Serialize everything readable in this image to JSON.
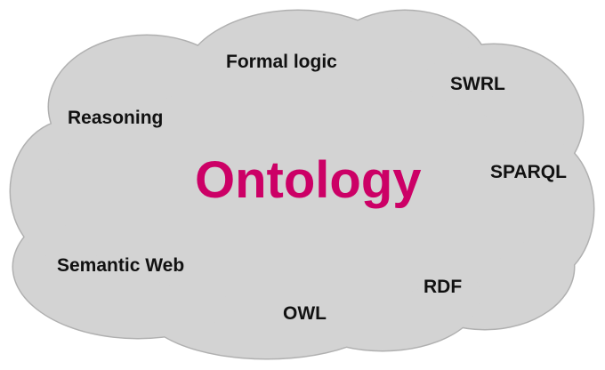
{
  "diagram": {
    "center_term": "Ontology",
    "related_terms": [
      "Formal logic",
      "SWRL",
      "Reasoning",
      "SPARQL",
      "Semantic Web",
      "RDF",
      "OWL"
    ]
  },
  "colors": {
    "cloud_fill": "#d3d3d3",
    "cloud_stroke": "#b0b0b0",
    "center_text": "#cc0066",
    "term_text": "#111111"
  }
}
